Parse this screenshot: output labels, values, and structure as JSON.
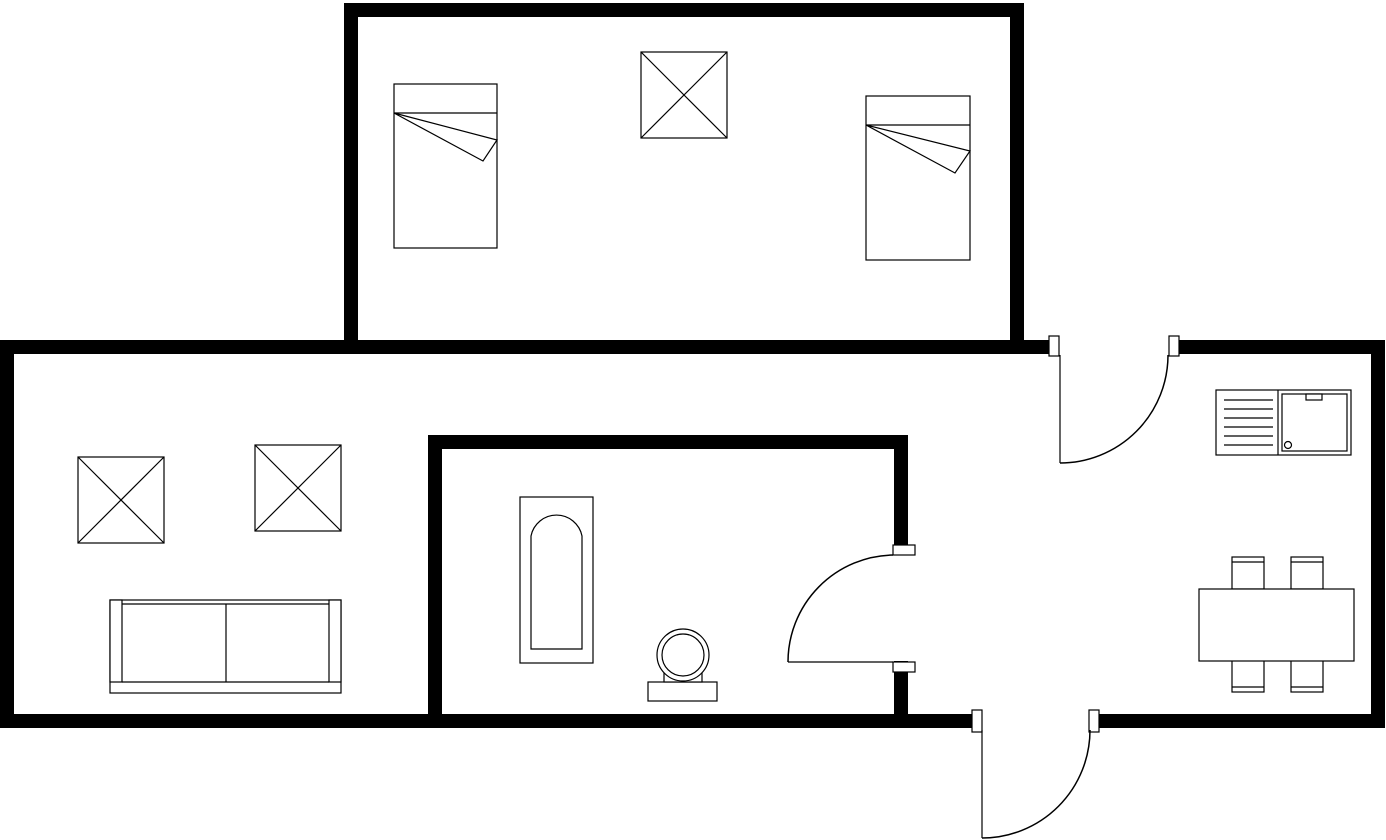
{
  "plan": {
    "colors": {
      "wall": "#000000",
      "background": "#ffffff"
    },
    "icons": [
      "double-bed-icon",
      "single-bed-icon",
      "table-icon",
      "sofa-icon",
      "bathtub-icon",
      "toilet-icon",
      "kitchen-sink-icon",
      "dining-table-icon",
      "chair-icon",
      "door-swing-icon"
    ],
    "rooms": [
      "bedroom",
      "living-room",
      "bathroom",
      "kitchen-dining"
    ]
  }
}
